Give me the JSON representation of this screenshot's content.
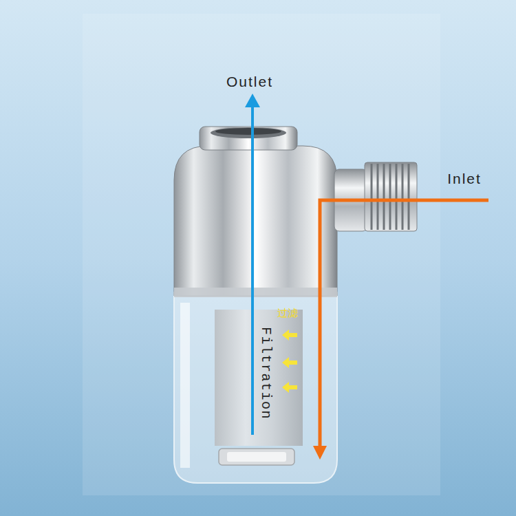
{
  "diagram": {
    "labels": [
      "Outlet",
      "Inlet",
      "过滤",
      "Filtration"
    ]
  }
}
